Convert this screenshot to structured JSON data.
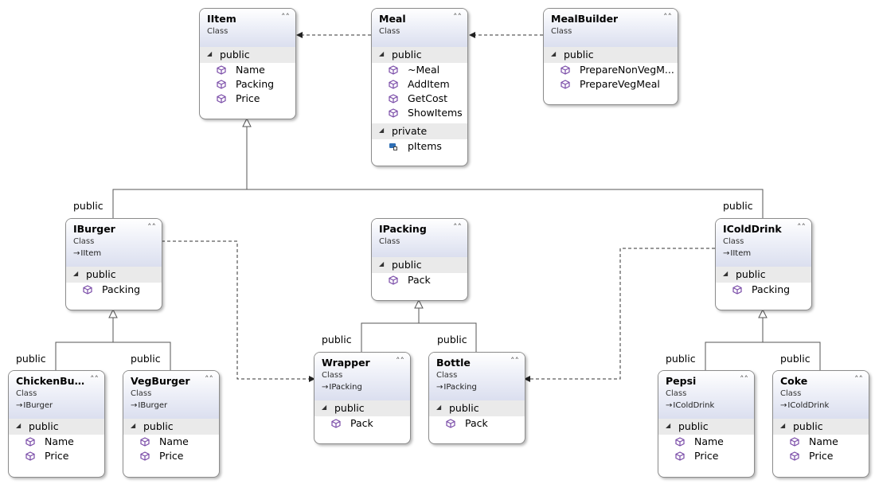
{
  "classes": {
    "iitem": {
      "name": "IItem",
      "stereotype": "Class",
      "sections": [
        {
          "label": "public",
          "members": [
            "Name",
            "Packing",
            "Price"
          ]
        }
      ]
    },
    "meal": {
      "name": "Meal",
      "stereotype": "Class",
      "sections": [
        {
          "label": "public",
          "members": [
            "~Meal",
            "AddItem",
            "GetCost",
            "ShowItems"
          ]
        },
        {
          "label": "private",
          "members": [
            "pItems"
          ]
        }
      ]
    },
    "mealbuilder": {
      "name": "MealBuilder",
      "stereotype": "Class",
      "sections": [
        {
          "label": "public",
          "members": [
            "PrepareNonVegM...",
            "PrepareVegMeal"
          ]
        }
      ]
    },
    "iburger": {
      "name": "IBurger",
      "stereotype": "Class",
      "base": "IItem",
      "sections": [
        {
          "label": "public",
          "members": [
            "Packing"
          ]
        }
      ]
    },
    "ipacking": {
      "name": "IPacking",
      "stereotype": "Class",
      "sections": [
        {
          "label": "public",
          "members": [
            "Pack"
          ]
        }
      ]
    },
    "icolddrink": {
      "name": "IColdDrink",
      "stereotype": "Class",
      "base": "IItem",
      "sections": [
        {
          "label": "public",
          "members": [
            "Packing"
          ]
        }
      ]
    },
    "chickenburger": {
      "name": "ChickenBur...",
      "stereotype": "Class",
      "base": "IBurger",
      "sections": [
        {
          "label": "public",
          "members": [
            "Name",
            "Price"
          ]
        }
      ]
    },
    "vegburger": {
      "name": "VegBurger",
      "stereotype": "Class",
      "base": "IBurger",
      "sections": [
        {
          "label": "public",
          "members": [
            "Name",
            "Price"
          ]
        }
      ]
    },
    "wrapper": {
      "name": "Wrapper",
      "stereotype": "Class",
      "base": "IPacking",
      "sections": [
        {
          "label": "public",
          "members": [
            "Pack"
          ]
        }
      ]
    },
    "bottle": {
      "name": "Bottle",
      "stereotype": "Class",
      "base": "IPacking",
      "sections": [
        {
          "label": "public",
          "members": [
            "Pack"
          ]
        }
      ]
    },
    "pepsi": {
      "name": "Pepsi",
      "stereotype": "Class",
      "base": "IColdDrink",
      "sections": [
        {
          "label": "public",
          "members": [
            "Name",
            "Price"
          ]
        }
      ]
    },
    "coke": {
      "name": "Coke",
      "stereotype": "Class",
      "base": "IColdDrink",
      "sections": [
        {
          "label": "public",
          "members": [
            "Name",
            "Price"
          ]
        }
      ]
    }
  },
  "inheritance_labels": {
    "iburger": "public",
    "icolddrink": "public",
    "chickenburger": "public",
    "vegburger": "public",
    "wrapper": "public",
    "bottle": "public",
    "pepsi": "public",
    "coke": "public"
  },
  "colors": {
    "member_icon": "#7a4ca8",
    "field_icon": "#2f6fb5",
    "connector": "#555555",
    "header_end": "#dbdfef"
  }
}
